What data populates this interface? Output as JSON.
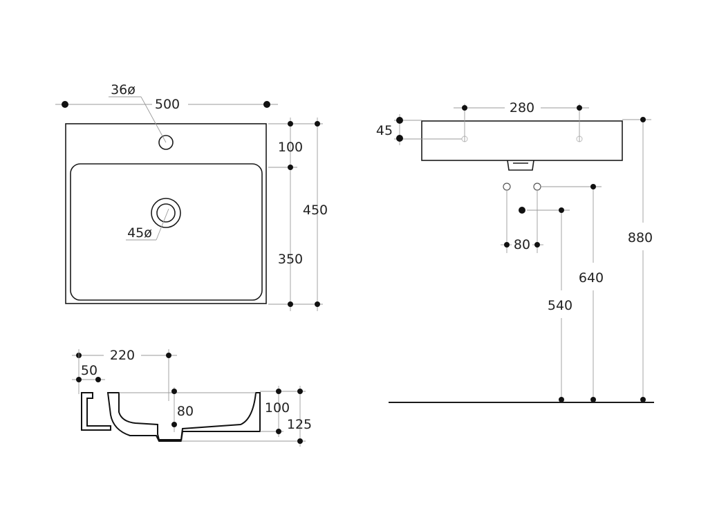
{
  "palette": {
    "line": "#1a1a1a",
    "dim": "#9a9a9a",
    "text": "#222222",
    "dot": "#111111"
  },
  "top_view": {
    "width": "500",
    "hole_tap": "36ø",
    "top_margin": "100",
    "bowl_depth": "350",
    "total_depth": "450",
    "drain": "45ø"
  },
  "section_view": {
    "offset": "220",
    "rim": "50",
    "bowl": "80",
    "height": "100",
    "total_height": "125"
  },
  "front_view": {
    "fixing_spacing": "280",
    "fixing_height": "45",
    "supply_spacing": "80",
    "drain_height": "540",
    "supply_height": "640",
    "top_height": "880"
  }
}
